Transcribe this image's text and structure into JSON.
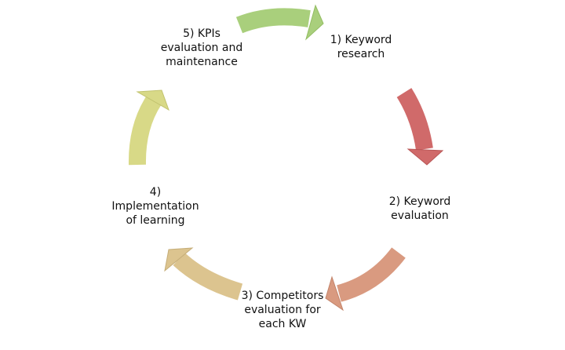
{
  "steps": [
    {
      "label_lines": [
        "1) Keyword",
        "research"
      ],
      "arrow_color": "#d06a6a"
    },
    {
      "label_lines": [
        "2) Keyword",
        "evaluation"
      ],
      "arrow_color": "#d99a80"
    },
    {
      "label_lines": [
        "3) Competitors",
        "evaluation for",
        "each KW"
      ],
      "arrow_color": "#dcc48f"
    },
    {
      "label_lines": [
        "4)",
        "Implementation",
        "of learning"
      ],
      "arrow_color": "#d8d987"
    },
    {
      "label_lines": [
        "5) KPIs",
        "evaluation and",
        "maintenance"
      ],
      "arrow_color": "#a9cf7c"
    }
  ]
}
